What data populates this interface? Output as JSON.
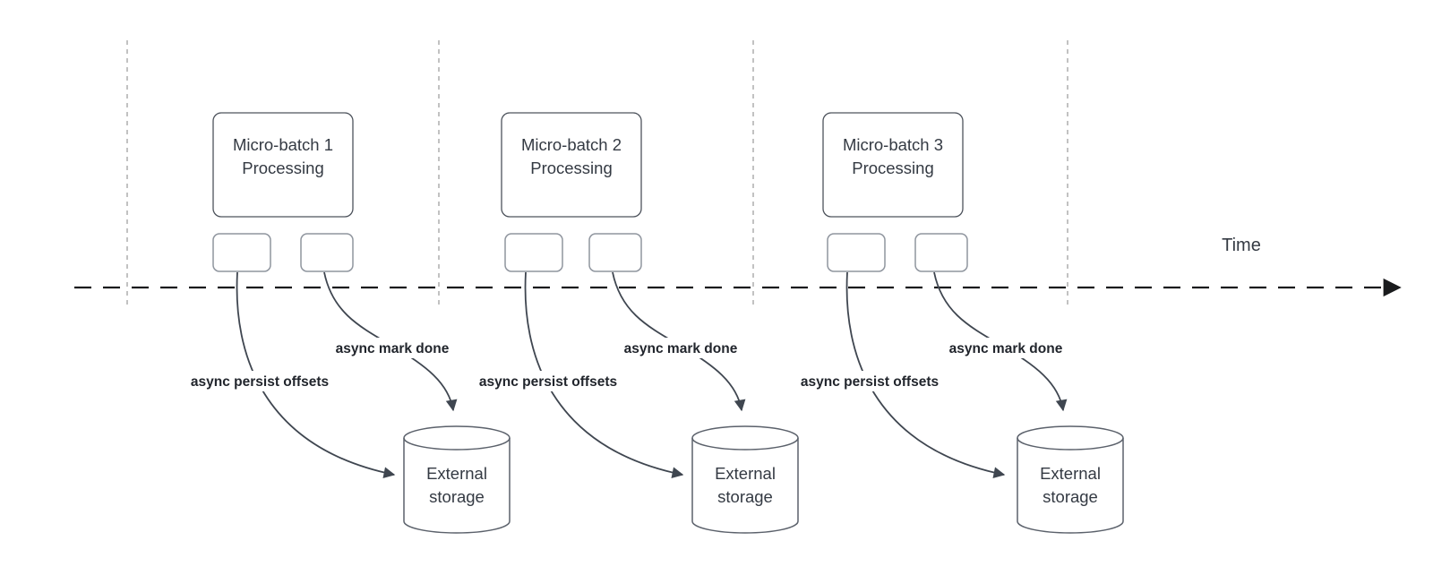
{
  "diagram": {
    "time_axis_label": "Time",
    "batches": [
      {
        "name": "Micro-batch 1",
        "name_line2": "Processing",
        "persist_label": "async persist offsets",
        "mark_done_label": "async mark done",
        "storage_line1": "External",
        "storage_line2": "storage"
      },
      {
        "name": "Micro-batch 2",
        "name_line2": "Processing",
        "persist_label": "async persist offsets",
        "mark_done_label": "async mark done",
        "storage_line1": "External",
        "storage_line2": "storage"
      },
      {
        "name": "Micro-batch 3",
        "name_line2": "Processing",
        "persist_label": "async persist offsets",
        "mark_done_label": "async mark done",
        "storage_line1": "External",
        "storage_line2": "storage"
      }
    ],
    "colors": {
      "bg": "#ffffff",
      "line": "#3f4650",
      "axis": "#1a1b1d",
      "divider": "#b3b3b3",
      "box_border": "#4d535c",
      "mini_border": "#8f959e",
      "cyl_border": "#5b616b",
      "text": "#343a43",
      "label_text": "#21252c"
    }
  }
}
